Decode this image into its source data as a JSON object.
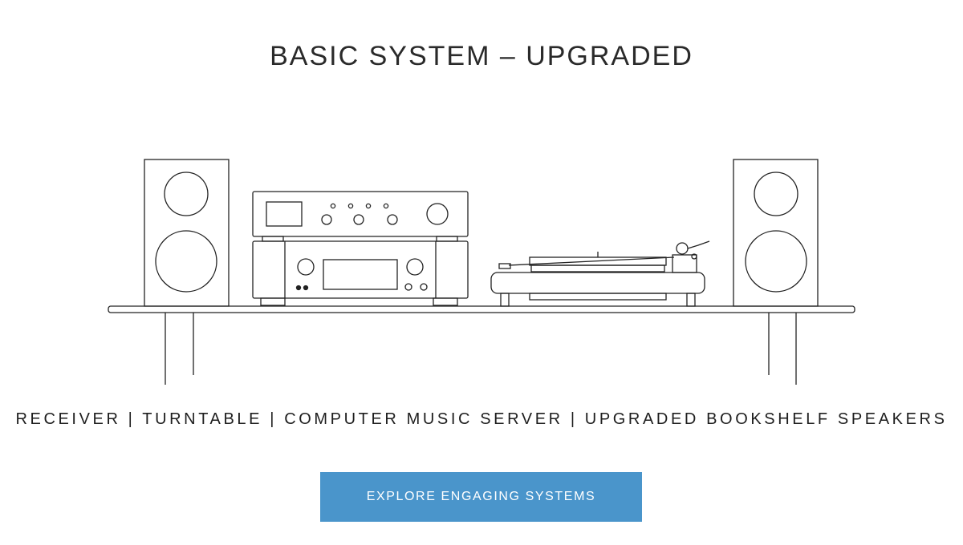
{
  "header": {
    "title": "BASIC SYSTEM – UPGRADED"
  },
  "illustration": {
    "items": [
      "left-speaker",
      "music-server",
      "receiver",
      "turntable",
      "right-speaker",
      "table"
    ]
  },
  "components": {
    "text": "RECEIVER | TURNTABLE | COMPUTER MUSIC SERVER | UPGRADED BOOKSHELF SPEAKERS"
  },
  "cta": {
    "label": "EXPLORE ENGAGING SYSTEMS"
  },
  "colors": {
    "accent": "#4a95cb",
    "text": "#2a2a2a",
    "line": "#222222"
  }
}
